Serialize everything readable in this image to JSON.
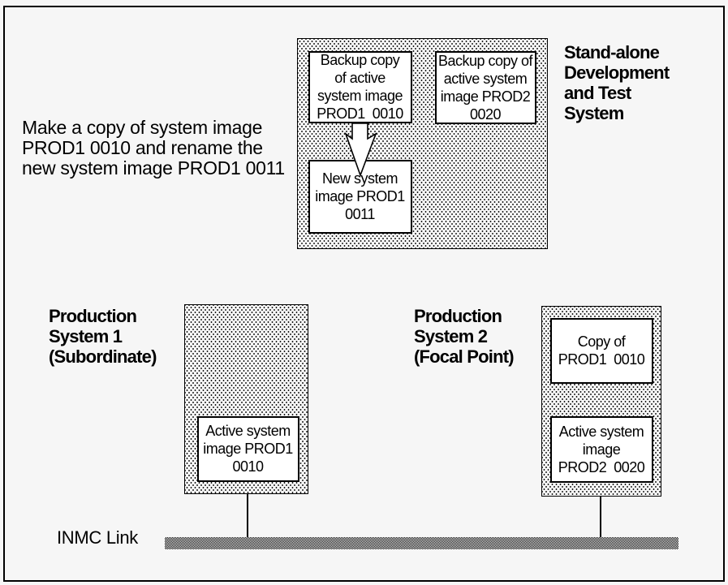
{
  "colors": {
    "background": "#f6f6f6",
    "line": "#000000",
    "box_fill": "#ffffff"
  },
  "annotation": {
    "text": "Make a copy of system image\nPROD1 0010 and rename the\nnew system image PROD1 0011"
  },
  "dev_test_system": {
    "label": "Stand-alone\nDevelopment\nand Test\nSystem",
    "arrow_icon": "hollow-down-arrow",
    "boxes": {
      "backup_prod1": "Backup copy\nof active\nsystem image\nPROD1  0010",
      "backup_prod2": "Backup copy of\nactive system\nimage PROD2\n0020",
      "new_image": "New system\nimage PROD1\n0011"
    }
  },
  "production_system_1": {
    "label": "Production\nSystem 1\n(Subordinate)",
    "boxes": {
      "active_image": "Active system\nimage PROD1\n0010"
    }
  },
  "production_system_2": {
    "label": "Production\nSystem 2\n(Focal Point)",
    "boxes": {
      "copy_image": "Copy of\nPROD1  0010",
      "active_image": "Active system\nimage\nPROD2  0020"
    }
  },
  "inmc_link": {
    "label": "INMC Link"
  }
}
